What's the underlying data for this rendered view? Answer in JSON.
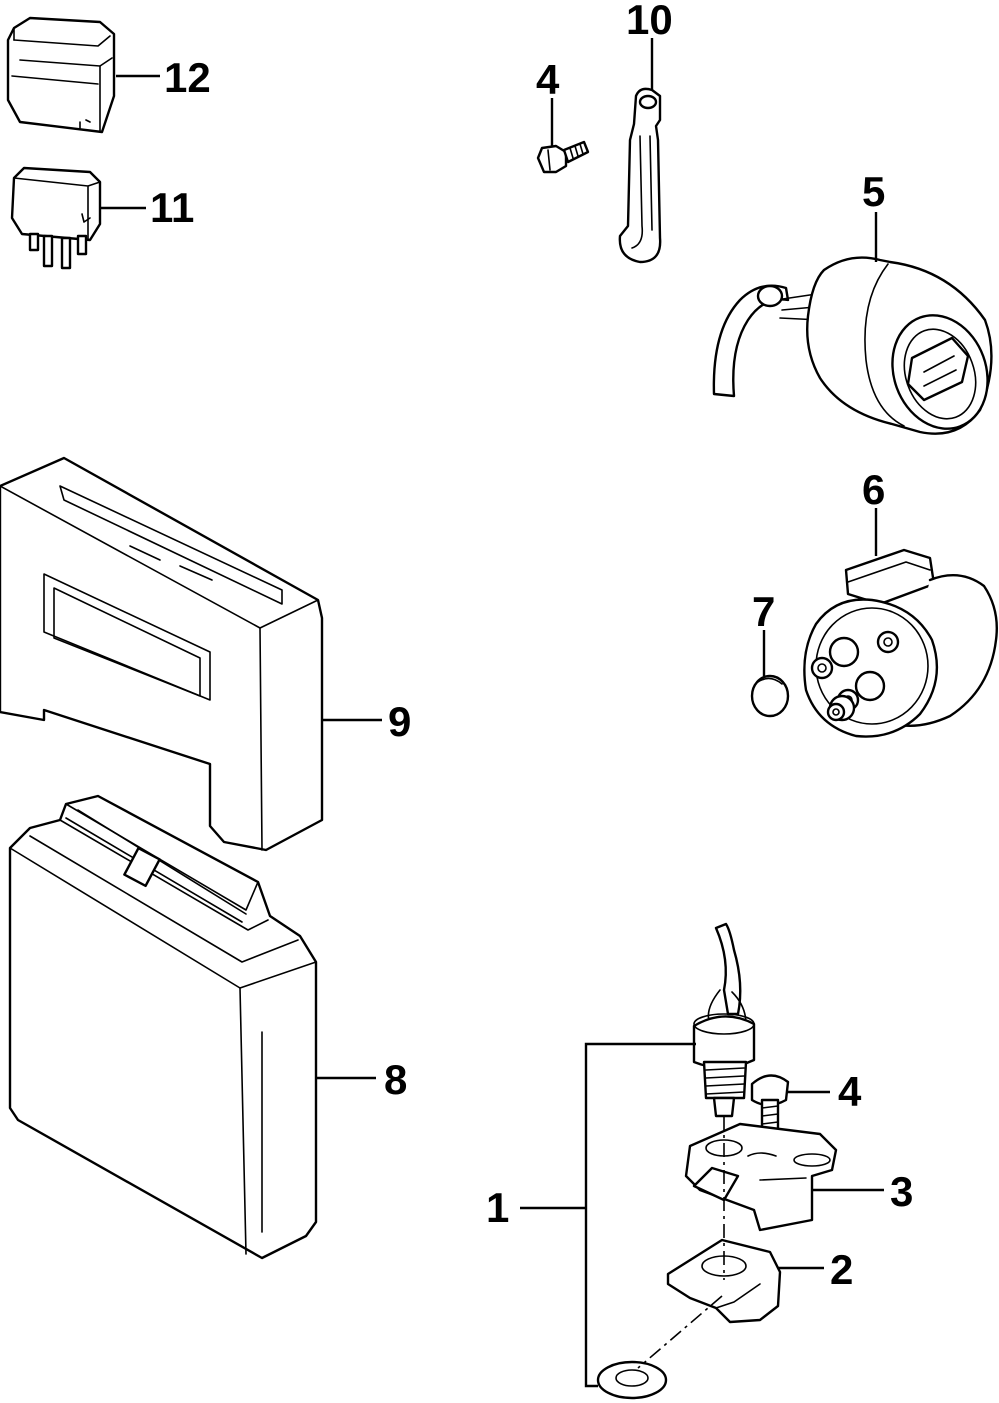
{
  "diagram": {
    "callouts": {
      "c1": "1",
      "c2": "2",
      "c3": "3",
      "c4a": "4",
      "c4b": "4",
      "c5": "5",
      "c6": "6",
      "c7": "7",
      "c8": "8",
      "c9": "9",
      "c10": "10",
      "c11": "11",
      "c12": "12"
    }
  }
}
